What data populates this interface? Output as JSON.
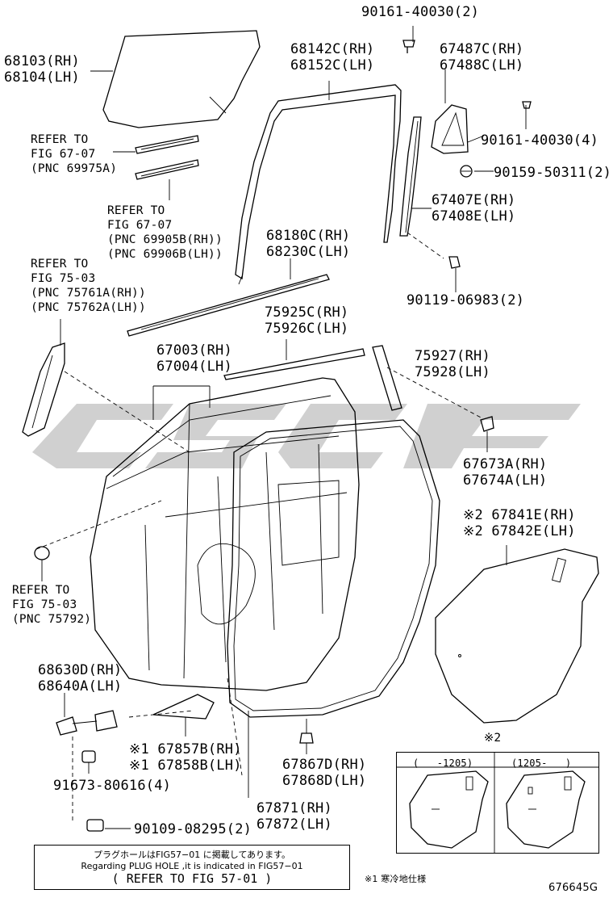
{
  "labels": {
    "p90161_40030_2": "90161-40030(2)",
    "p68103": "68103(RH)",
    "p68104": "68104(LH)",
    "p68142c": "68142C(RH)",
    "p68152c": "68152C(LH)",
    "p67487c": "67487C(RH)",
    "p67488c": "67488C(LH)",
    "p90161_40030_4": "90161-40030(4)",
    "p90159_50311_2": "90159-50311(2)",
    "p67407e": "67407E(RH)",
    "p67408e": "67408E(LH)",
    "p68180c": "68180C(RH)",
    "p68230c": "68230C(LH)",
    "p90119_06983_2": "90119-06983(2)",
    "p75925c": "75925C(RH)",
    "p75926c": "75926C(LH)",
    "p75927": "75927(RH)",
    "p75928": "75928(LH)",
    "p67003": "67003(RH)",
    "p67004": "67004(LH)",
    "p67673a": "67673A(RH)",
    "p67674a": "67674A(LH)",
    "p67841e": "※2 67841E(RH)",
    "p67842e": "※2 67842E(LH)",
    "p68630d": "68630D(RH)",
    "p68640a": "68640A(LH)",
    "p67857b": "※1 67857B(RH)",
    "p67858b": "※1 67858B(LH)",
    "p67867d": "67867D(RH)",
    "p67868d": "67868D(LH)",
    "p91673_80616_4": "91673-80616(4)",
    "p67871": "67871(RH)",
    "p67872": "67872(LH)",
    "p90109_08295_2": "90109-08295(2)",
    "mark2": "※2"
  },
  "references": {
    "ref_67_07_a": [
      "REFER TO",
      "FIG 67-07",
      "(PNC 69975A)"
    ],
    "ref_67_07_b": [
      "REFER TO",
      "FIG 67-07",
      "(PNC 69905B(RH))",
      "(PNC 69906B(LH))"
    ],
    "ref_75_03_a": [
      "REFER TO",
      "FIG 75-03",
      "(PNC 75761A(RH))",
      "(PNC 75762A(LH))"
    ],
    "ref_75_03_b": [
      "REFER TO",
      "FIG 75-03",
      "(PNC 75792)"
    ]
  },
  "inset": {
    "left_header": "(   -1205)",
    "right_header": "(1205-   )"
  },
  "notice": {
    "line_jp": "プラグホールはFIG57−01 に掲載してあります。",
    "line_en": "Regarding PLUG HOLE ,it is indicated in FIG57−01",
    "line_ref": "( REFER TO FIG 57-01 )"
  },
  "footnote": "※1 寒冷地仕様",
  "figure_id": "676645G"
}
